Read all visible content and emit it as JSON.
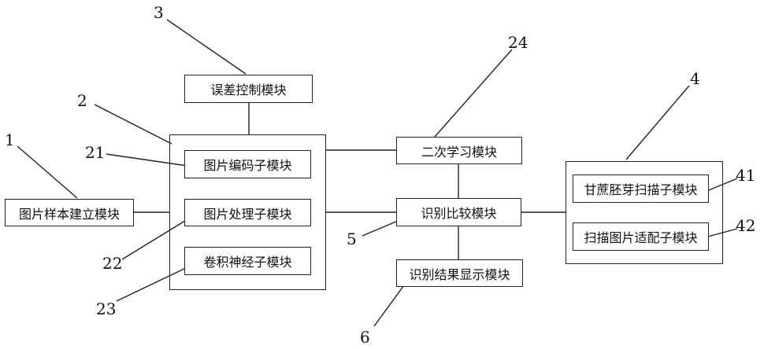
{
  "modules": {
    "error_control": "误差控制模块",
    "sample_build": "图片样本建立模块",
    "image_encode": "图片编码子模块",
    "image_process": "图片处理子模块",
    "cnn": "卷积神经子模块",
    "secondary_learning": "二次学习模块",
    "recognition_compare": "识别比较模块",
    "result_display": "识别结果显示模块",
    "embryo_scan": "甘蔗胚芽扫描子模块",
    "scan_adapt": "扫描图片适配子模块"
  },
  "labels": {
    "n1": "1",
    "n2": "2",
    "n3": "3",
    "n4": "4",
    "n5": "5",
    "n6": "6",
    "n21": "21",
    "n22": "22",
    "n23": "23",
    "n24": "24",
    "n41": "41",
    "n42": "42"
  }
}
